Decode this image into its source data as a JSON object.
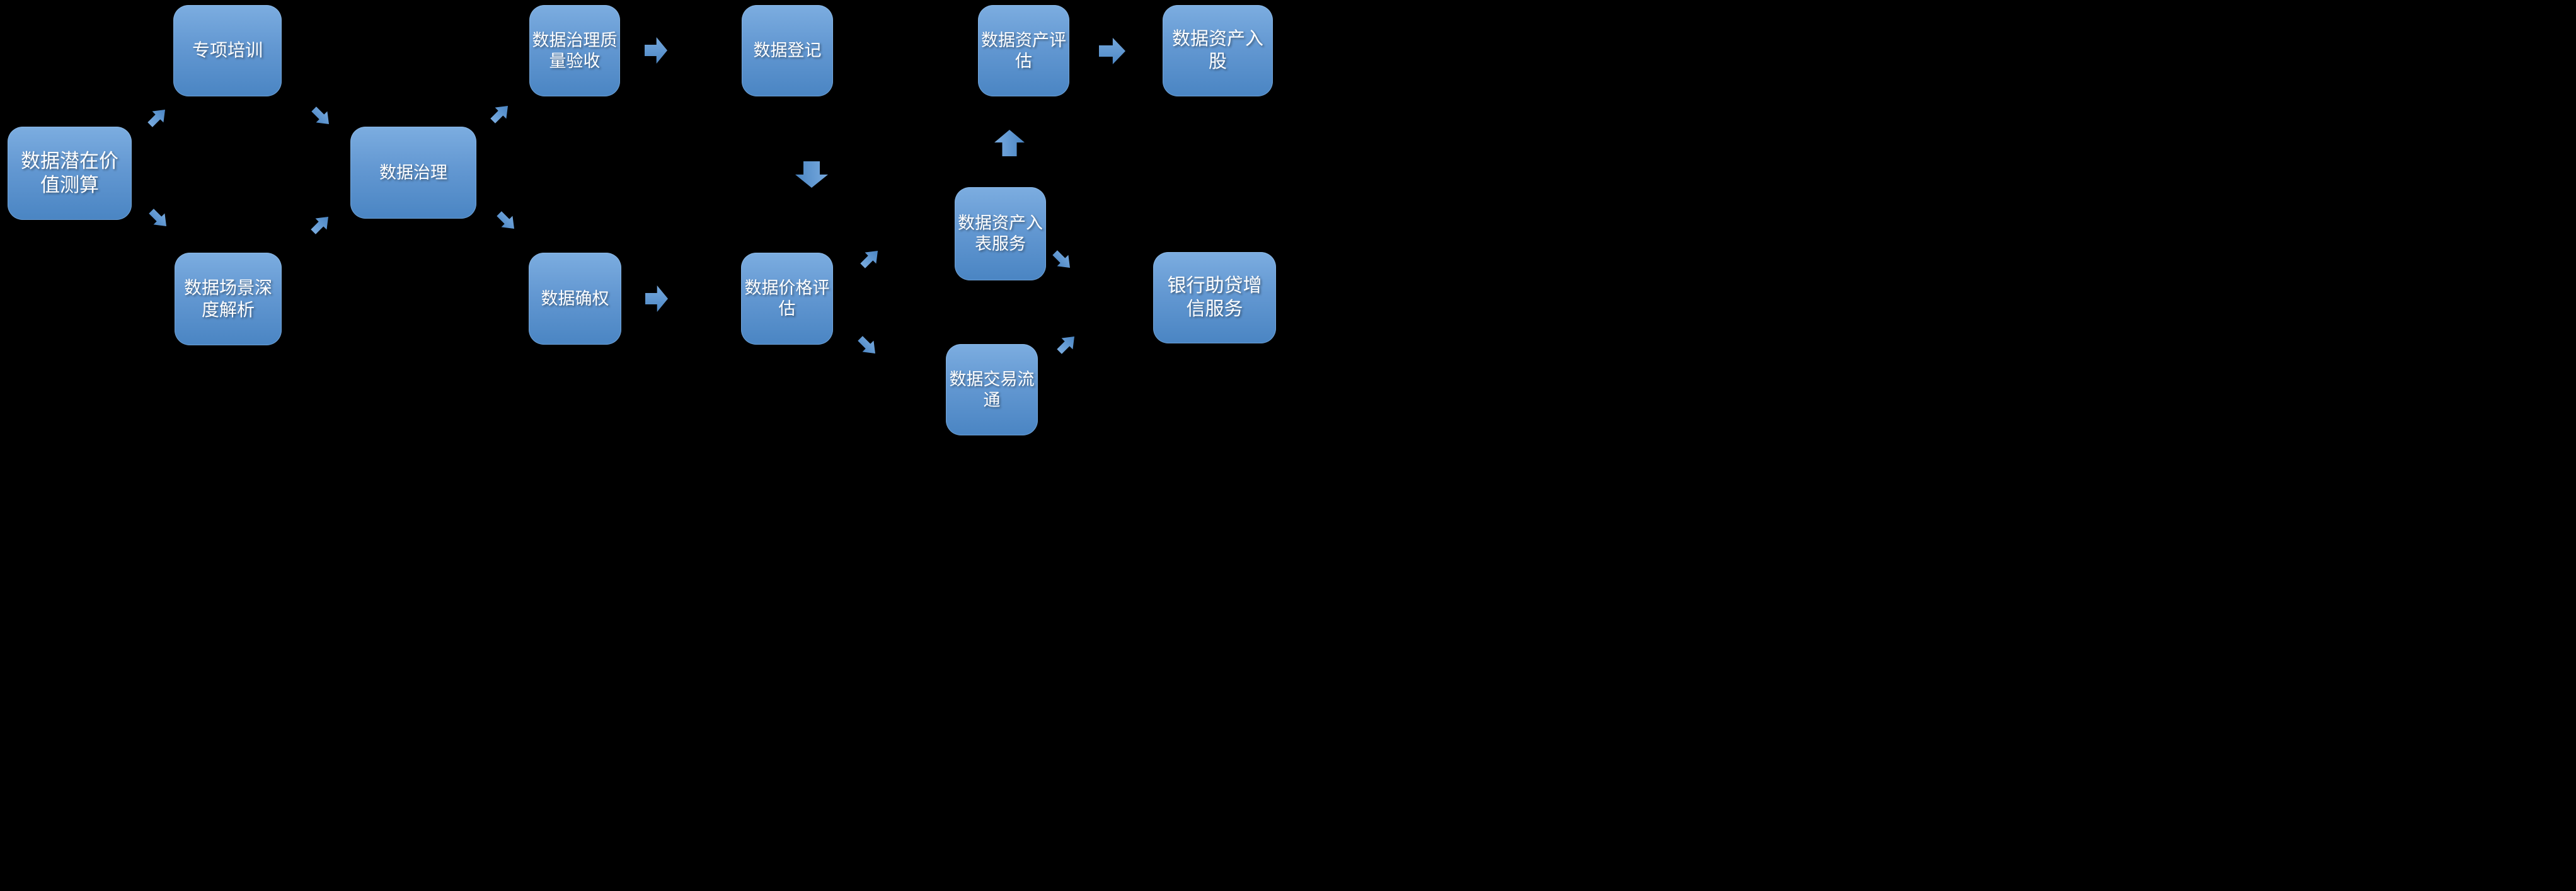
{
  "diagram": {
    "type": "flowchart",
    "background_color": "#000000",
    "node_fill_top": "#7CADE0",
    "node_fill_bottom": "#4A85C3",
    "node_text_color": "#FFFFFF",
    "nodes": [
      {
        "id": "potential-value",
        "label": "数据潜在价\n值测算"
      },
      {
        "id": "special-training",
        "label": "专项培训"
      },
      {
        "id": "scenario-analysis",
        "label": "数据场景深\n度解析"
      },
      {
        "id": "data-governance",
        "label": "数据治理"
      },
      {
        "id": "quality-acceptance",
        "label": "数据治理质\n量验收"
      },
      {
        "id": "data-registration",
        "label": "数据登记"
      },
      {
        "id": "asset-evaluation",
        "label": "数据资产评\n估"
      },
      {
        "id": "asset-equity",
        "label": "数据资产入\n股"
      },
      {
        "id": "rights-confirmation",
        "label": "数据确权"
      },
      {
        "id": "price-evaluation",
        "label": "数据价格评\n估"
      },
      {
        "id": "balance-sheet-service",
        "label": "数据资产入\n表服务"
      },
      {
        "id": "trading-circulation",
        "label": "数据交易流\n通"
      },
      {
        "id": "bank-credit-service",
        "label": "银行助贷增\n信服务"
      }
    ],
    "flows": [
      {
        "from": "数据潜在价值测算",
        "to": "专项培训"
      },
      {
        "from": "数据潜在价值测算",
        "to": "数据场景深度解析"
      },
      {
        "from": "专项培训",
        "to": "数据治理"
      },
      {
        "from": "数据场景深度解析",
        "to": "数据治理"
      },
      {
        "from": "数据治理",
        "to": "数据治理质量验收"
      },
      {
        "from": "数据治理",
        "to": "数据确权"
      },
      {
        "from": "数据治理质量验收",
        "to": "数据登记"
      },
      {
        "from": "数据登记",
        "to": "数据价格评估"
      },
      {
        "from": "数据确权",
        "to": "数据价格评估"
      },
      {
        "from": "数据价格评估",
        "to": "数据资产入表服务"
      },
      {
        "from": "数据价格评估",
        "to": "数据交易流通"
      },
      {
        "from": "数据资产入表服务",
        "to": "数据资产评估"
      },
      {
        "from": "数据资产入表服务",
        "to": "银行助贷增信服务"
      },
      {
        "from": "数据交易流通",
        "to": "银行助贷增信服务"
      },
      {
        "from": "数据资产评估",
        "to": "数据资产入股"
      }
    ]
  }
}
